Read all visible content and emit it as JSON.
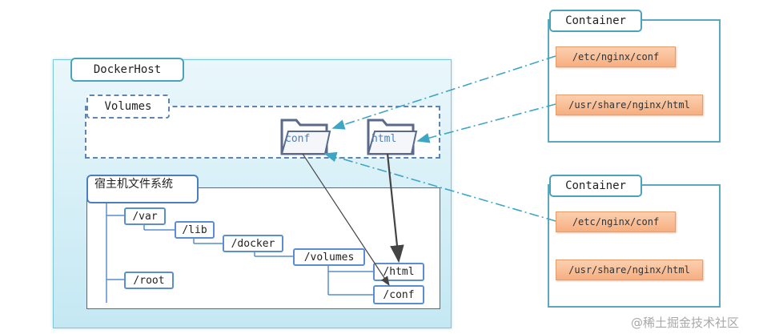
{
  "docker_host": {
    "title": "DockerHost"
  },
  "volumes": {
    "title": "Volumes",
    "folders": [
      "conf",
      "html"
    ]
  },
  "filesystem": {
    "title": "宿主机文件系统",
    "nodes": [
      "/var",
      "/lib",
      "/docker",
      "/volumes",
      "/html",
      "/conf",
      "/root"
    ]
  },
  "containers": [
    {
      "title": "Container",
      "paths": [
        "/etc/nginx/conf",
        "/usr/share/nginx/html"
      ]
    },
    {
      "title": "Container",
      "paths": [
        "/etc/nginx/conf",
        "/usr/share/nginx/html"
      ]
    }
  ],
  "watermark": "@稀土掘金技术社区",
  "colors": {
    "mount_line": "#3ea6c4",
    "folder": "#5a6a8a",
    "node_border": "#5a8ed0",
    "orange_fill": "#f8b98e"
  }
}
